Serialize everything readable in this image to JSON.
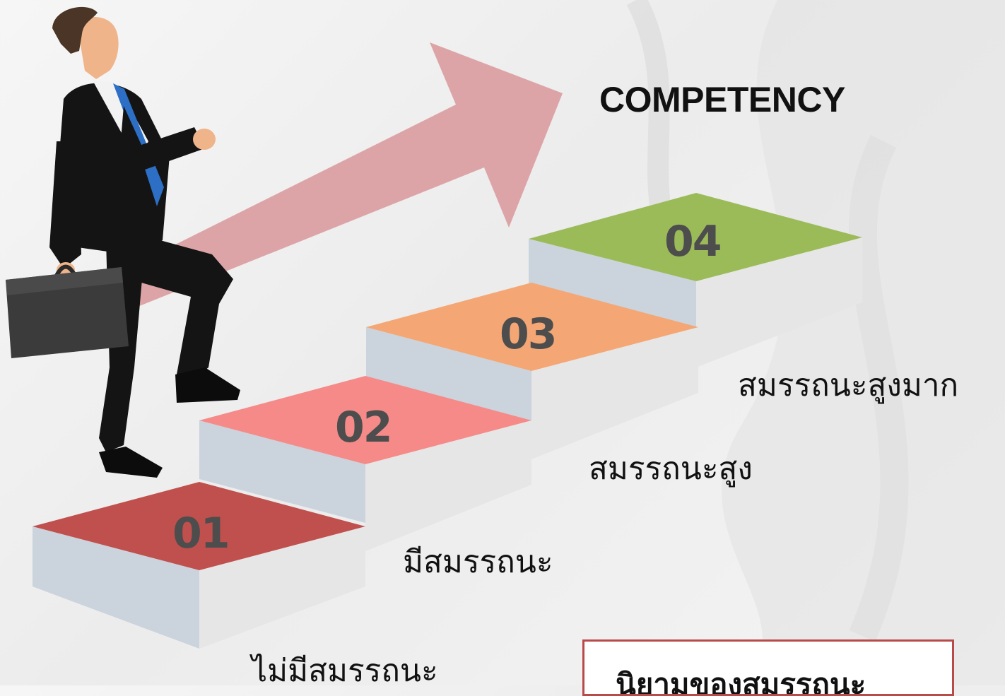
{
  "title": "COMPETENCY",
  "steps": [
    {
      "number": "01",
      "label": "ไม่มีสมรรถนะ",
      "color": "#c0504d"
    },
    {
      "number": "02",
      "label": "มีสมรรถนะ",
      "color": "#f58a88"
    },
    {
      "number": "03",
      "label": "สมรรถนะสูง",
      "color": "#f4a774"
    },
    {
      "number": "04",
      "label": "สมรรถนะสูงมาก",
      "color": "#9bbb59"
    }
  ],
  "definition_button": "นิยามของสมรรถนะ",
  "colors": {
    "arrow": "#d9969a",
    "step_side_left": "#cbd3dc",
    "step_side_right": "#e8e8e8",
    "suit": "#141414",
    "tie": "#2c6fc4",
    "briefcase": "#3b3b3b"
  },
  "icons": [
    "businessman-figure",
    "briefcase-icon",
    "growth-arrow-icon"
  ]
}
